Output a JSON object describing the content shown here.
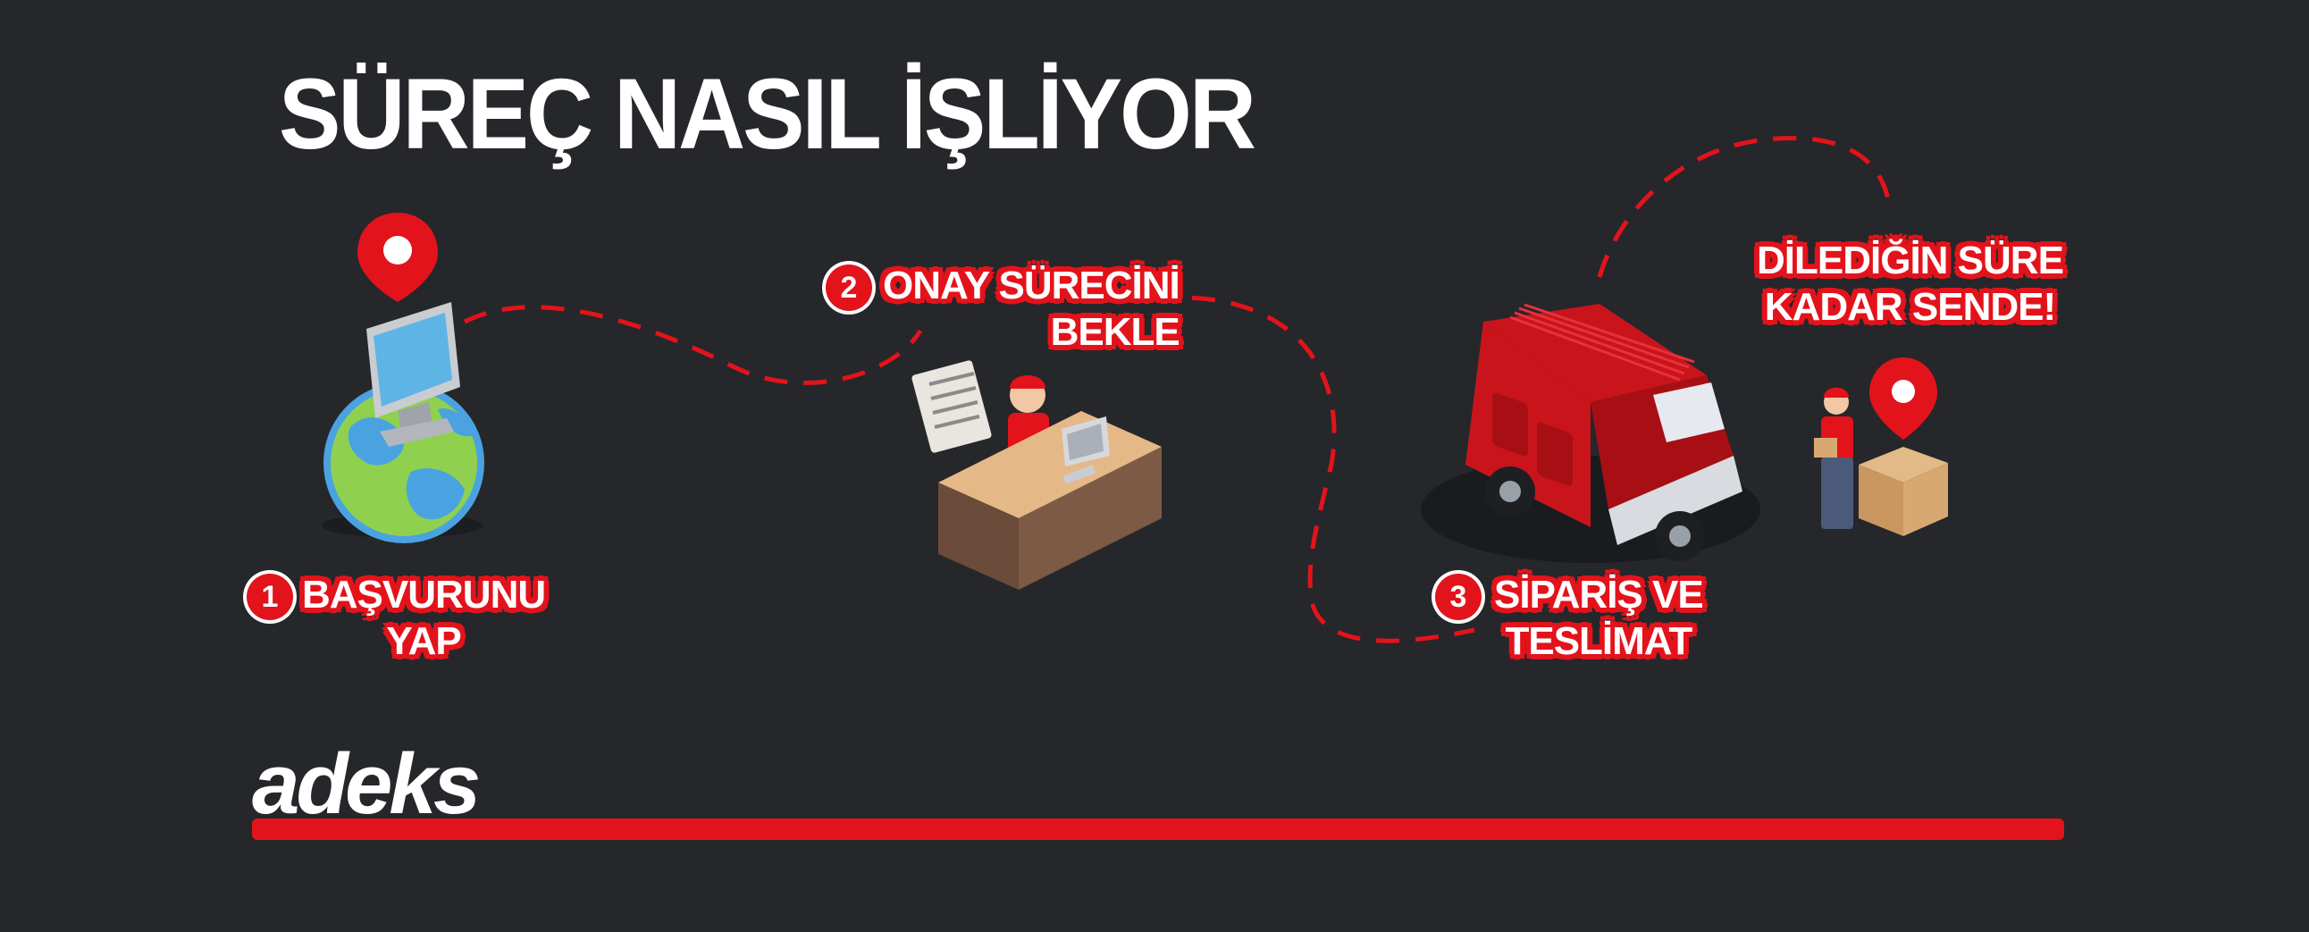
{
  "title": "SÜREÇ NASIL İŞLİYOR",
  "steps": [
    {
      "number": "1",
      "line1": "BAŞVURUNU",
      "line2": "YAP"
    },
    {
      "number": "2",
      "line1": "ONAY SÜRECİNİ",
      "line2": "BEKLE"
    },
    {
      "number": "3",
      "line1": "SİPARİŞ VE",
      "line2": "TESLİMAT"
    }
  ],
  "callout": {
    "line1": "DİLEDİĞİN SÜRE",
    "line2": "KADAR SENDE!"
  },
  "brand": {
    "logo": "adeks"
  },
  "colors": {
    "background": "#25272b",
    "accent": "#e3131b",
    "text": "#ffffff"
  },
  "icons": [
    "location-pin-icon",
    "globe-icon",
    "computer-monitor-icon",
    "receptionist-desk-icon",
    "delivery-van-icon",
    "courier-with-boxes-icon"
  ]
}
